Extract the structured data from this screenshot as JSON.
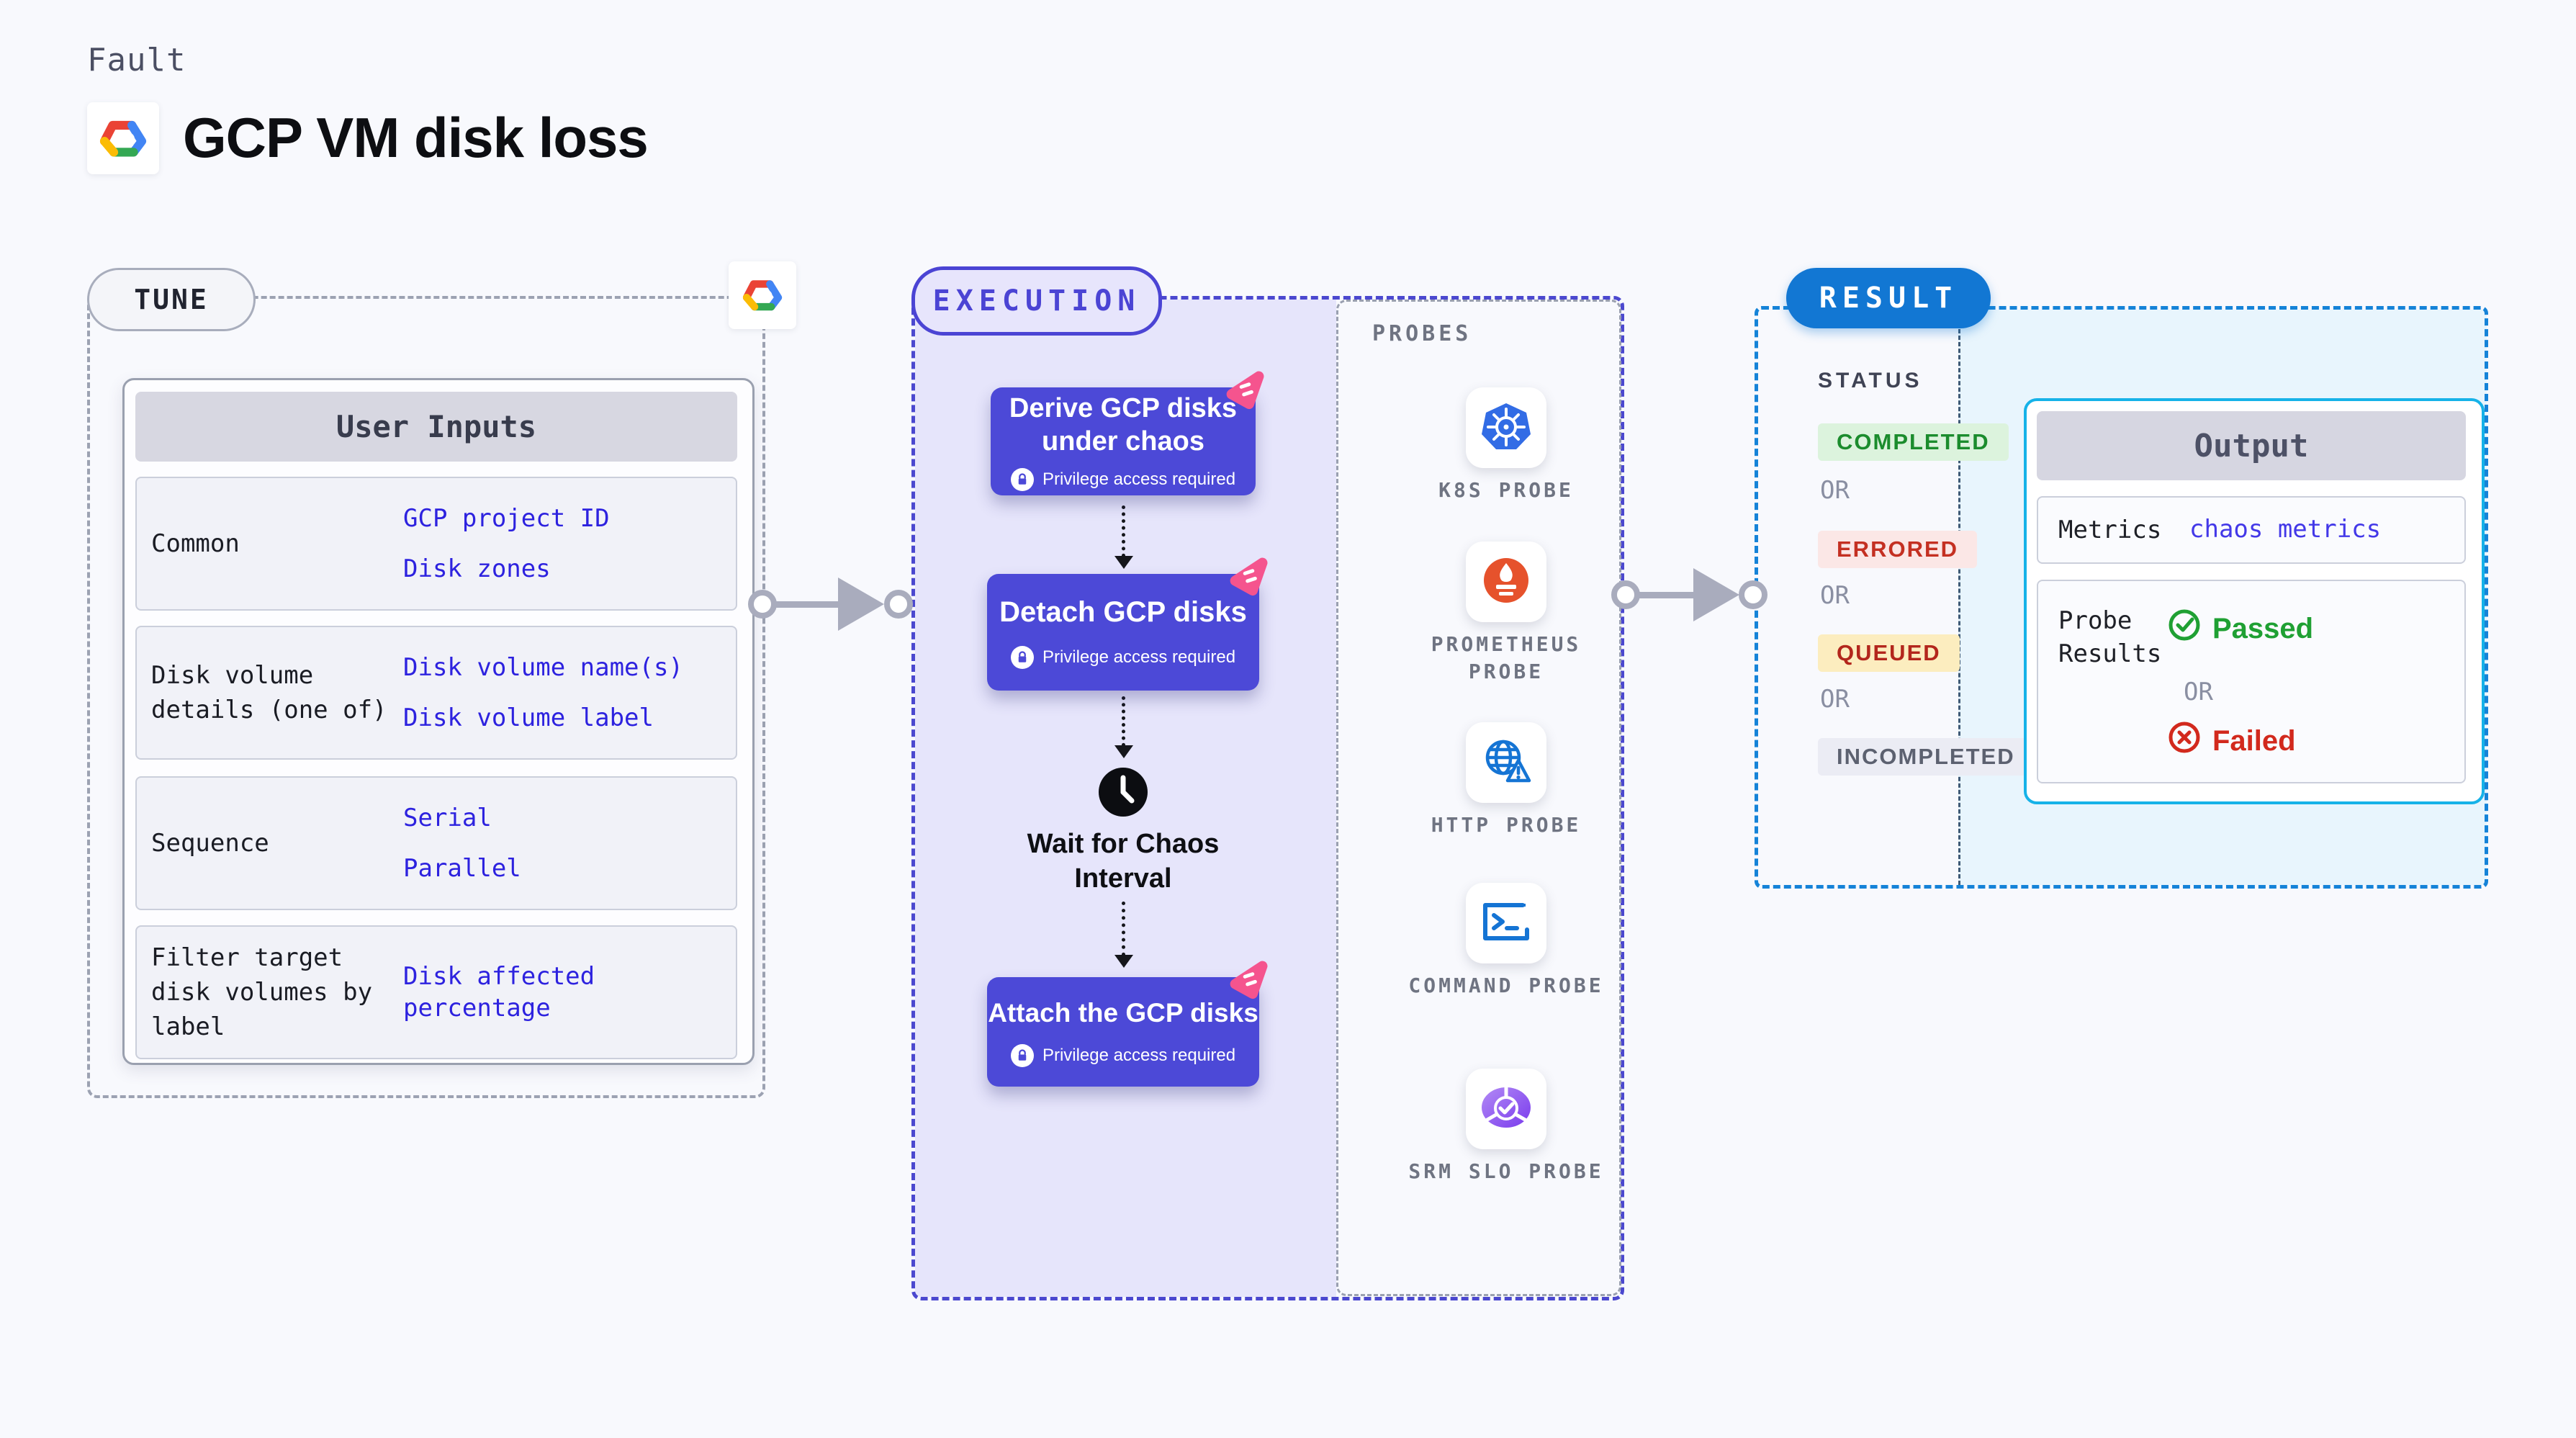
{
  "header": {
    "eyebrow": "Fault",
    "title": "GCP VM disk loss",
    "logo": "gcp-cloud-icon"
  },
  "tune": {
    "label": "TUNE",
    "user_inputs": {
      "header": "User Inputs",
      "rows": [
        {
          "label": "Common",
          "values": [
            "GCP project ID",
            "Disk zones"
          ]
        },
        {
          "label": "Disk volume details (one of)",
          "values": [
            "Disk volume name(s)",
            "Disk volume label"
          ]
        },
        {
          "label": "Sequence",
          "values": [
            "Serial",
            "Parallel"
          ]
        },
        {
          "label": "Filter target disk volumes by label",
          "values": [
            "Disk affected percentage"
          ]
        }
      ]
    }
  },
  "execution": {
    "label": "EXECUTION",
    "steps": [
      {
        "title": "Derive GCP disks under chaos",
        "badge": "Privilege access required"
      },
      {
        "title": "Detach GCP disks",
        "badge": "Privilege access required"
      },
      {
        "title": "Attach the GCP disks",
        "badge": "Privilege access required"
      }
    ],
    "wait_step": {
      "title": "Wait for Chaos Interval",
      "icon": "clock-icon"
    }
  },
  "probes": {
    "label": "PROBES",
    "items": [
      {
        "label": "K8S PROBE",
        "icon": "kubernetes-icon"
      },
      {
        "label": "PROMETHEUS PROBE",
        "icon": "prometheus-icon"
      },
      {
        "label": "HTTP PROBE",
        "icon": "http-globe-icon"
      },
      {
        "label": "COMMAND PROBE",
        "icon": "terminal-icon"
      },
      {
        "label": "SRM SLO PROBE",
        "icon": "srm-slo-icon"
      }
    ]
  },
  "result": {
    "label": "RESULT",
    "status_heading": "STATUS",
    "or_label": "OR",
    "statuses": [
      {
        "text": "COMPLETED",
        "fg": "#1b8c2d",
        "bg": "#dcf3dd"
      },
      {
        "text": "ERRORED",
        "fg": "#c43022",
        "bg": "#fbe7e6"
      },
      {
        "text": "QUEUED",
        "fg": "#b3261c",
        "bg": "#fcedbf"
      },
      {
        "text": "INCOMPLETED",
        "fg": "#5c6170",
        "bg": "#ebecf4"
      }
    ],
    "output": {
      "header": "Output",
      "metrics_label": "Metrics",
      "metrics_value": "chaos metrics",
      "probe_results_label": "Probe Results",
      "passed": "Passed",
      "or": "OR",
      "failed": "Failed"
    }
  },
  "colors": {
    "page_bg": "#f8f9fd",
    "indigo_accent": "#4b48d4",
    "step_card": "#4c49d7",
    "execution_bg": "#e6e5fb",
    "pink_badge": "#f5548e",
    "result_blue": "#1277d3",
    "result_dash": "#1583d8",
    "output_border": "#16b2e8",
    "output_bg": "#e8f5fd",
    "link_blue": "#2d22df",
    "arrow_gray": "#a9acbd",
    "passed_green": "#1fa033",
    "failed_red": "#d2291d"
  }
}
